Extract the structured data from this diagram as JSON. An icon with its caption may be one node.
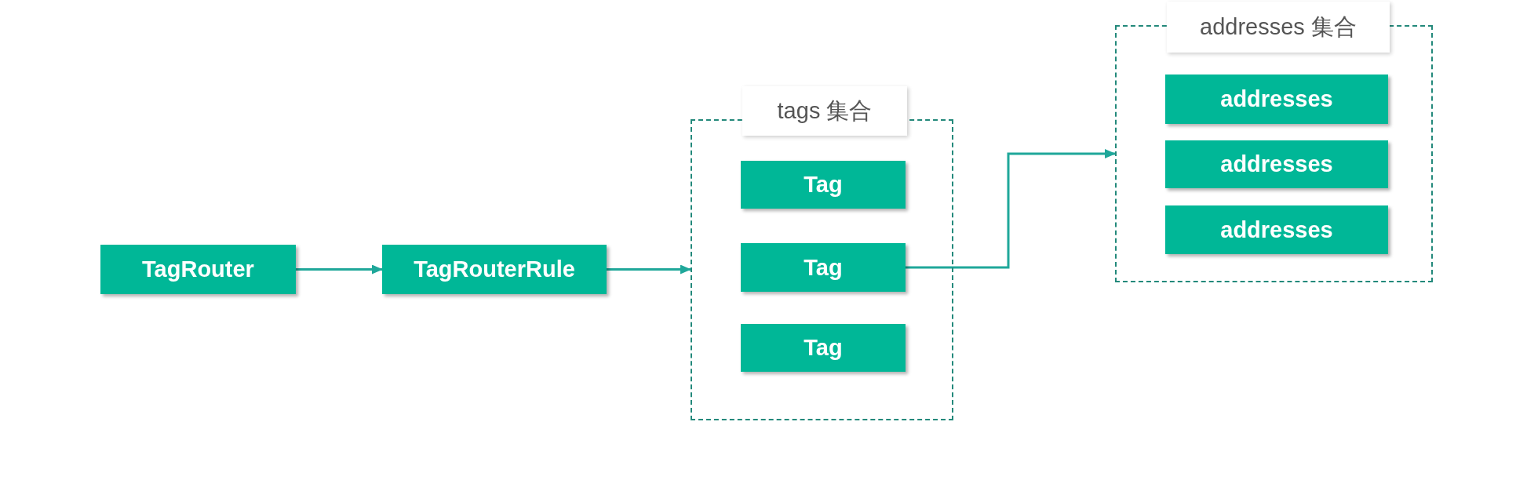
{
  "diagram": {
    "nodes": [
      {
        "text": [
          "TagRouter"
        ]
      },
      {
        "text": [
          "TagRouterRule"
        ]
      },
      {
        "text": [
          "tags 集合"
        ]
      },
      {
        "text": [
          "Tag"
        ],
        "in": 2
      },
      {
        "text": [
          "Tag"
        ],
        "in": 2
      },
      {
        "text": [
          "Tag"
        ],
        "in": 2
      },
      {
        "text": [
          "addresses 集合"
        ]
      },
      {
        "text": [
          "addresses"
        ],
        "in": 6
      },
      {
        "text": [
          "addresses"
        ],
        "in": 6
      },
      {
        "text": [
          "addresses"
        ],
        "in": 6
      }
    ],
    "edges": [
      {
        "from": 0,
        "to": 1,
        "arrow": "to"
      },
      {
        "from": 1,
        "to": 2,
        "arrow": "to"
      },
      {
        "from": 4,
        "to": 6,
        "arrow": "to"
      }
    ]
  }
}
